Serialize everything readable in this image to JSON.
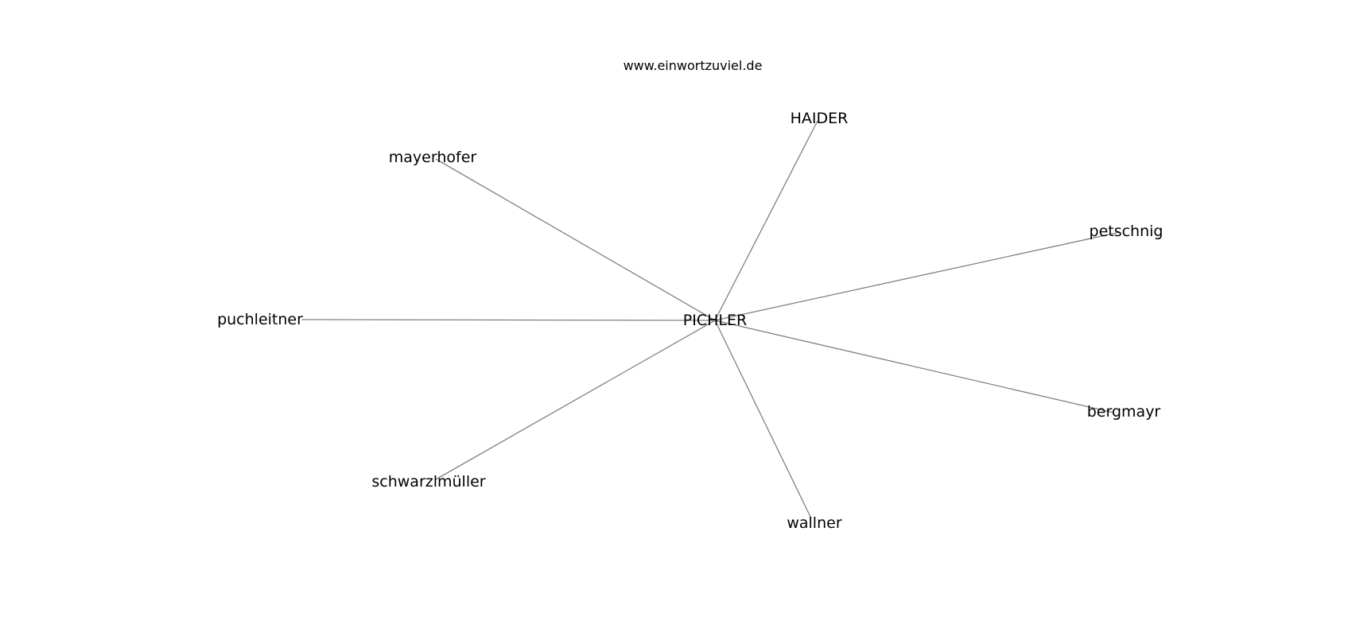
{
  "header": {
    "site": "www.einwortzuviel.de"
  },
  "graph": {
    "center": "PICHLER",
    "neighbors": [
      "HAIDER",
      "petschnig",
      "bergmayr",
      "wallner",
      "schwarzlmüller",
      "puchleitner",
      "mayerhofer"
    ]
  },
  "colors": {
    "edge": "#808080",
    "text": "#000000",
    "background": "#ffffff"
  }
}
